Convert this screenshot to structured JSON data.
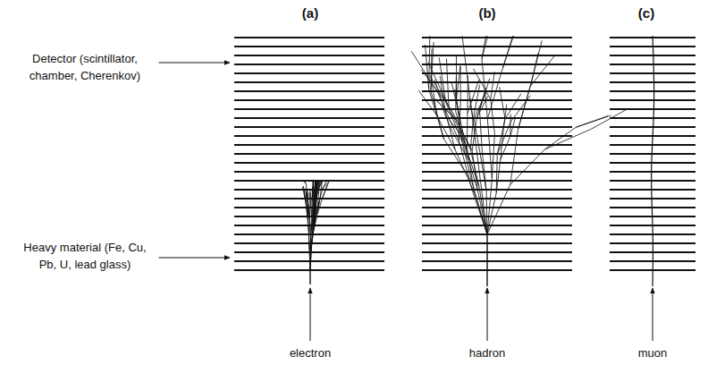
{
  "diagram": {
    "labels": [
      "(a)",
      "(b)",
      "(c)",
      "Detector (scintillator, chamber, Cherenkov)",
      "Heavy material (Fe, Cu, Pb, U, lead glass)",
      "electron",
      "hadron",
      "muon"
    ]
  }
}
